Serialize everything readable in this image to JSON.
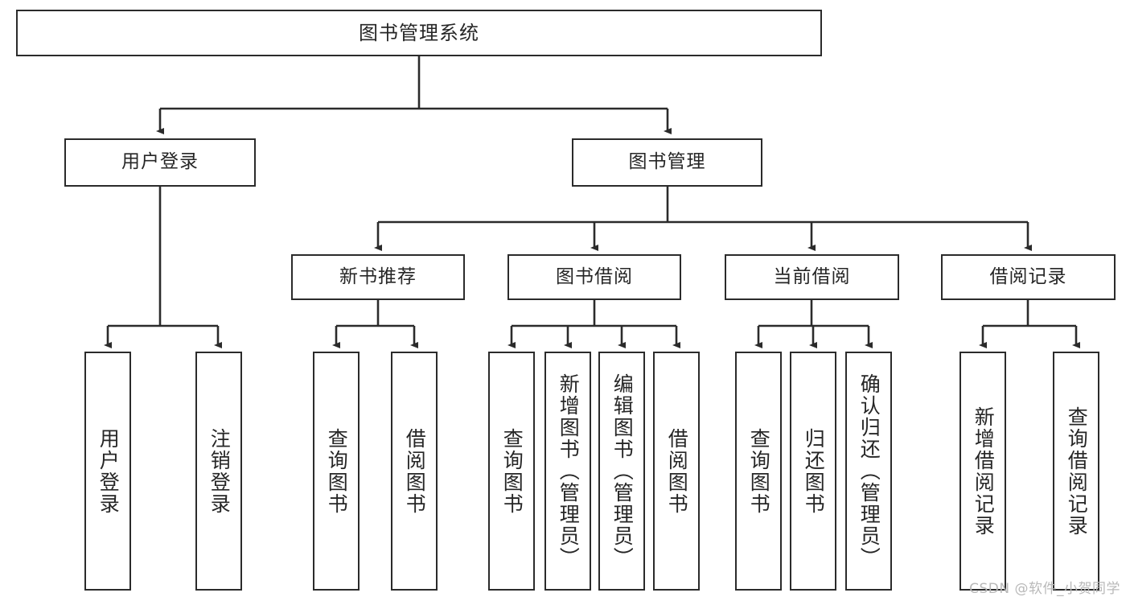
{
  "diagram": {
    "title": "图书管理系统",
    "watermark": "CSDN @软件_小贺同学",
    "colors": {
      "box_border": "#2b2b2b",
      "box_fill": "#ffffff",
      "line": "#2b2b2b",
      "text": "#262626",
      "watermark": "#b9b9b9"
    },
    "levels": {
      "root": {
        "label": "图书管理系统"
      },
      "level2": [
        {
          "label": "用户登录"
        },
        {
          "label": "图书管理"
        }
      ],
      "level3": [
        {
          "label": "新书推荐"
        },
        {
          "label": "图书借阅"
        },
        {
          "label": "当前借阅"
        },
        {
          "label": "借阅记录"
        }
      ],
      "leaves": {
        "user_login": [
          {
            "label": "用户登录"
          },
          {
            "label": "注销登录"
          }
        ],
        "new_book_recommend": [
          {
            "label": "查询图书"
          },
          {
            "label": "借阅图书"
          }
        ],
        "book_borrow": [
          {
            "label": "查询图书"
          },
          {
            "label": "新增图书（管理员）"
          },
          {
            "label": "编辑图书（管理员）"
          },
          {
            "label": "借阅图书"
          }
        ],
        "current_borrow": [
          {
            "label": "查询图书"
          },
          {
            "label": "归还图书"
          },
          {
            "label": "确认归还（管理员）"
          }
        ],
        "borrow_record": [
          {
            "label": "新增借阅记录"
          },
          {
            "label": "查询借阅记录"
          }
        ]
      }
    }
  }
}
